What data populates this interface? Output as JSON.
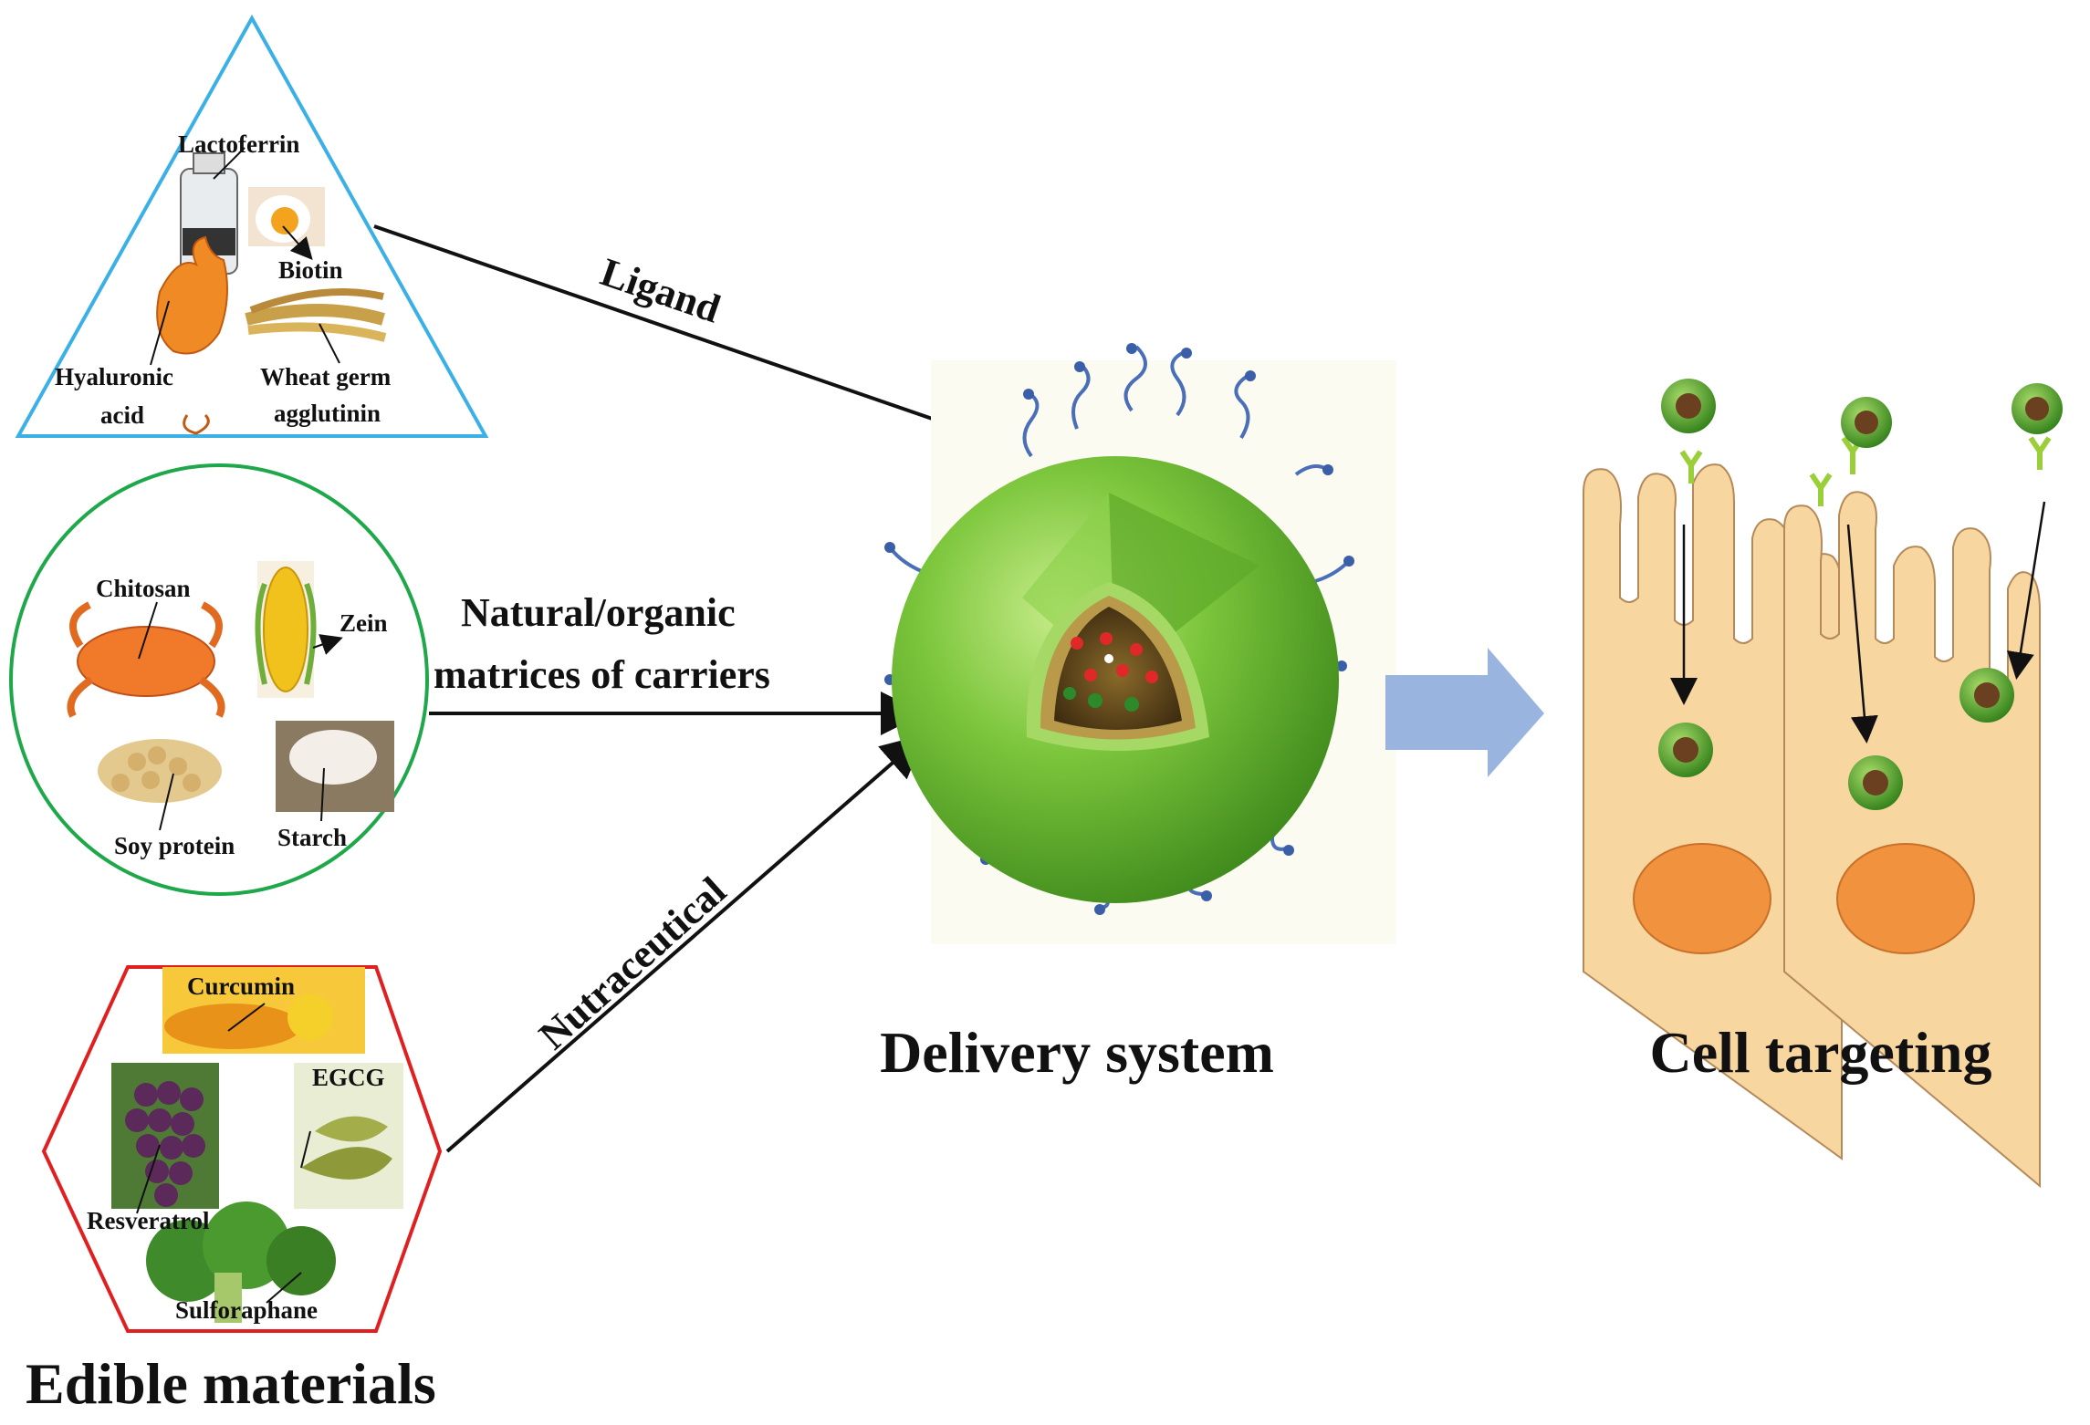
{
  "ligand_group": {
    "items": {
      "lactoferrin": "Lactoferrin",
      "biotin": "Biotin",
      "hyaluronic_acid_1": "Hyaluronic",
      "hyaluronic_acid_2": "acid",
      "wheat_germ_1": "Wheat germ",
      "wheat_germ_2": "agglutinin"
    },
    "frame_color": "#3bb0e6"
  },
  "matrices_group": {
    "items": {
      "chitosan": "Chitosan",
      "zein": "Zein",
      "soy_protein": "Soy protein",
      "starch": "Starch"
    },
    "frame_color": "#1fa84a"
  },
  "nutraceutical_group": {
    "items": {
      "curcumin": "Curcumin",
      "egcg": "EGCG",
      "resveratrol": "Resveratrol",
      "sulforaphane": "Sulforaphane"
    },
    "frame_color": "#e02020"
  },
  "arrows": {
    "ligand": "Ligand",
    "matrices_line1": "Natural/organic",
    "matrices_line2": "matrices of carriers",
    "nutraceutical": "Nutraceutical"
  },
  "captions": {
    "edible_materials": "Edible materials",
    "delivery_system": "Delivery system",
    "cell_targeting": "Cell targeting"
  },
  "colors": {
    "particle_green": "#6cbf3a",
    "cell_fill": "#f7d6a0",
    "nucleus": "#f0923e",
    "big_arrow": "#9ab4e0",
    "receptor": "#9bcf3a"
  }
}
